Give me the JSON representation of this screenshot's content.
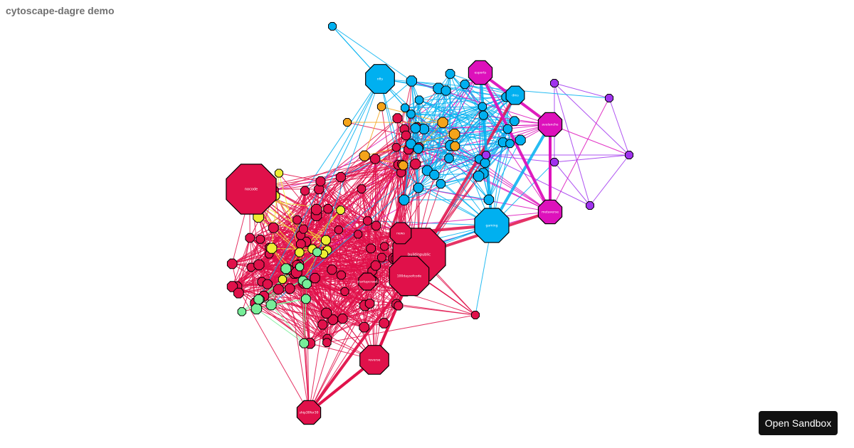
{
  "title": "cytoscape-dagre demo",
  "sandbox_button": "Open Sandbox",
  "colors": {
    "red": "#e0114a",
    "blue": "#00b0f0",
    "magenta": "#dd11bb",
    "purple": "#a033ee",
    "yellow": "#eeee33",
    "green": "#77ee99",
    "orange": "#f5a41a",
    "node_border": "#000000"
  },
  "graph": {
    "large_nodes": [
      {
        "id": "nocode",
        "label": "nocode",
        "cluster": "red"
      },
      {
        "id": "buildinpublic",
        "label": "buildinpublic",
        "cluster": "red"
      },
      {
        "id": "100daysofcode",
        "label": "100daysofcode",
        "cluster": "red"
      },
      {
        "id": "news",
        "label": "news",
        "cluster": "red"
      },
      {
        "id": "reverse",
        "label": "reverse",
        "cluster": "red"
      },
      {
        "id": "startupcrawl",
        "label": "startupcrawl",
        "cluster": "red"
      },
      {
        "id": "ship30for30",
        "label": "ship30for30",
        "cluster": "red"
      },
      {
        "id": "nfts",
        "label": "nfts",
        "cluster": "blue"
      },
      {
        "id": "gaming",
        "label": "gaming",
        "cluster": "blue"
      },
      {
        "id": "dms",
        "label": "dms",
        "cluster": "blue"
      },
      {
        "id": "esports",
        "label": "esports",
        "cluster": "magenta"
      },
      {
        "id": "avalanche",
        "label": "avalanche",
        "cluster": "magenta"
      },
      {
        "id": "metaverse",
        "label": "metaverse",
        "cluster": "magenta"
      }
    ]
  }
}
